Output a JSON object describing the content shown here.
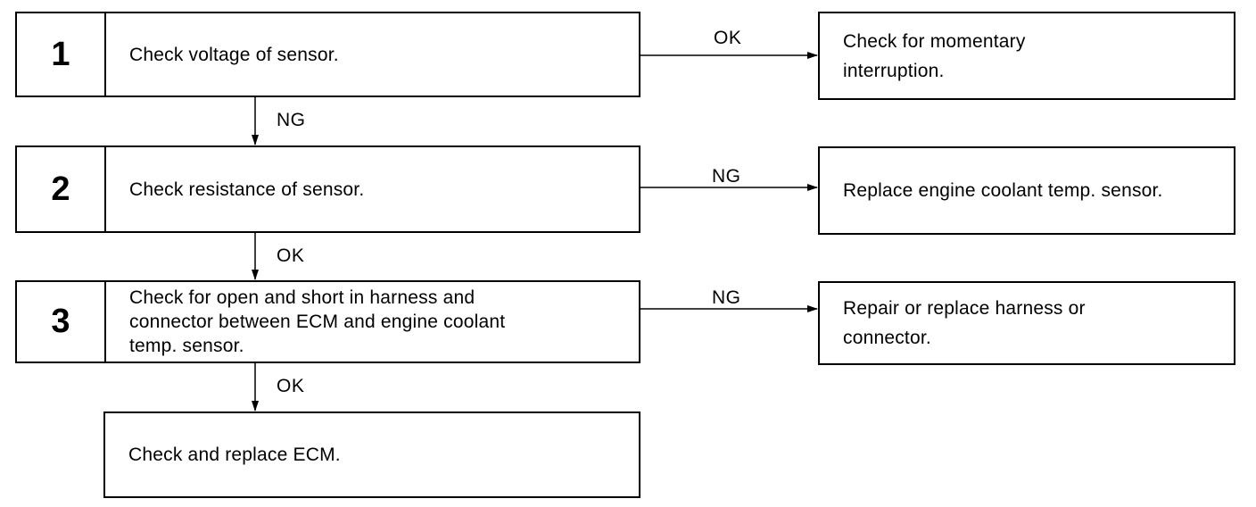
{
  "steps": [
    {
      "number": "1",
      "text": "Check voltage of sensor."
    },
    {
      "number": "2",
      "text": "Check resistance of sensor."
    },
    {
      "number": "3",
      "text": "Check for open and short in harness and\nconnector between ECM and engine coolant\ntemp. sensor."
    }
  ],
  "results": [
    {
      "label": "OK",
      "text": "Check for momentary\ninterruption."
    },
    {
      "label": "NG",
      "text": "Replace engine coolant temp. sensor."
    },
    {
      "label": "NG",
      "text": "Repair or replace harness or\nconnector."
    }
  ],
  "down_labels": [
    "NG",
    "OK",
    "OK"
  ],
  "final": {
    "text": "Check and replace ECM."
  }
}
